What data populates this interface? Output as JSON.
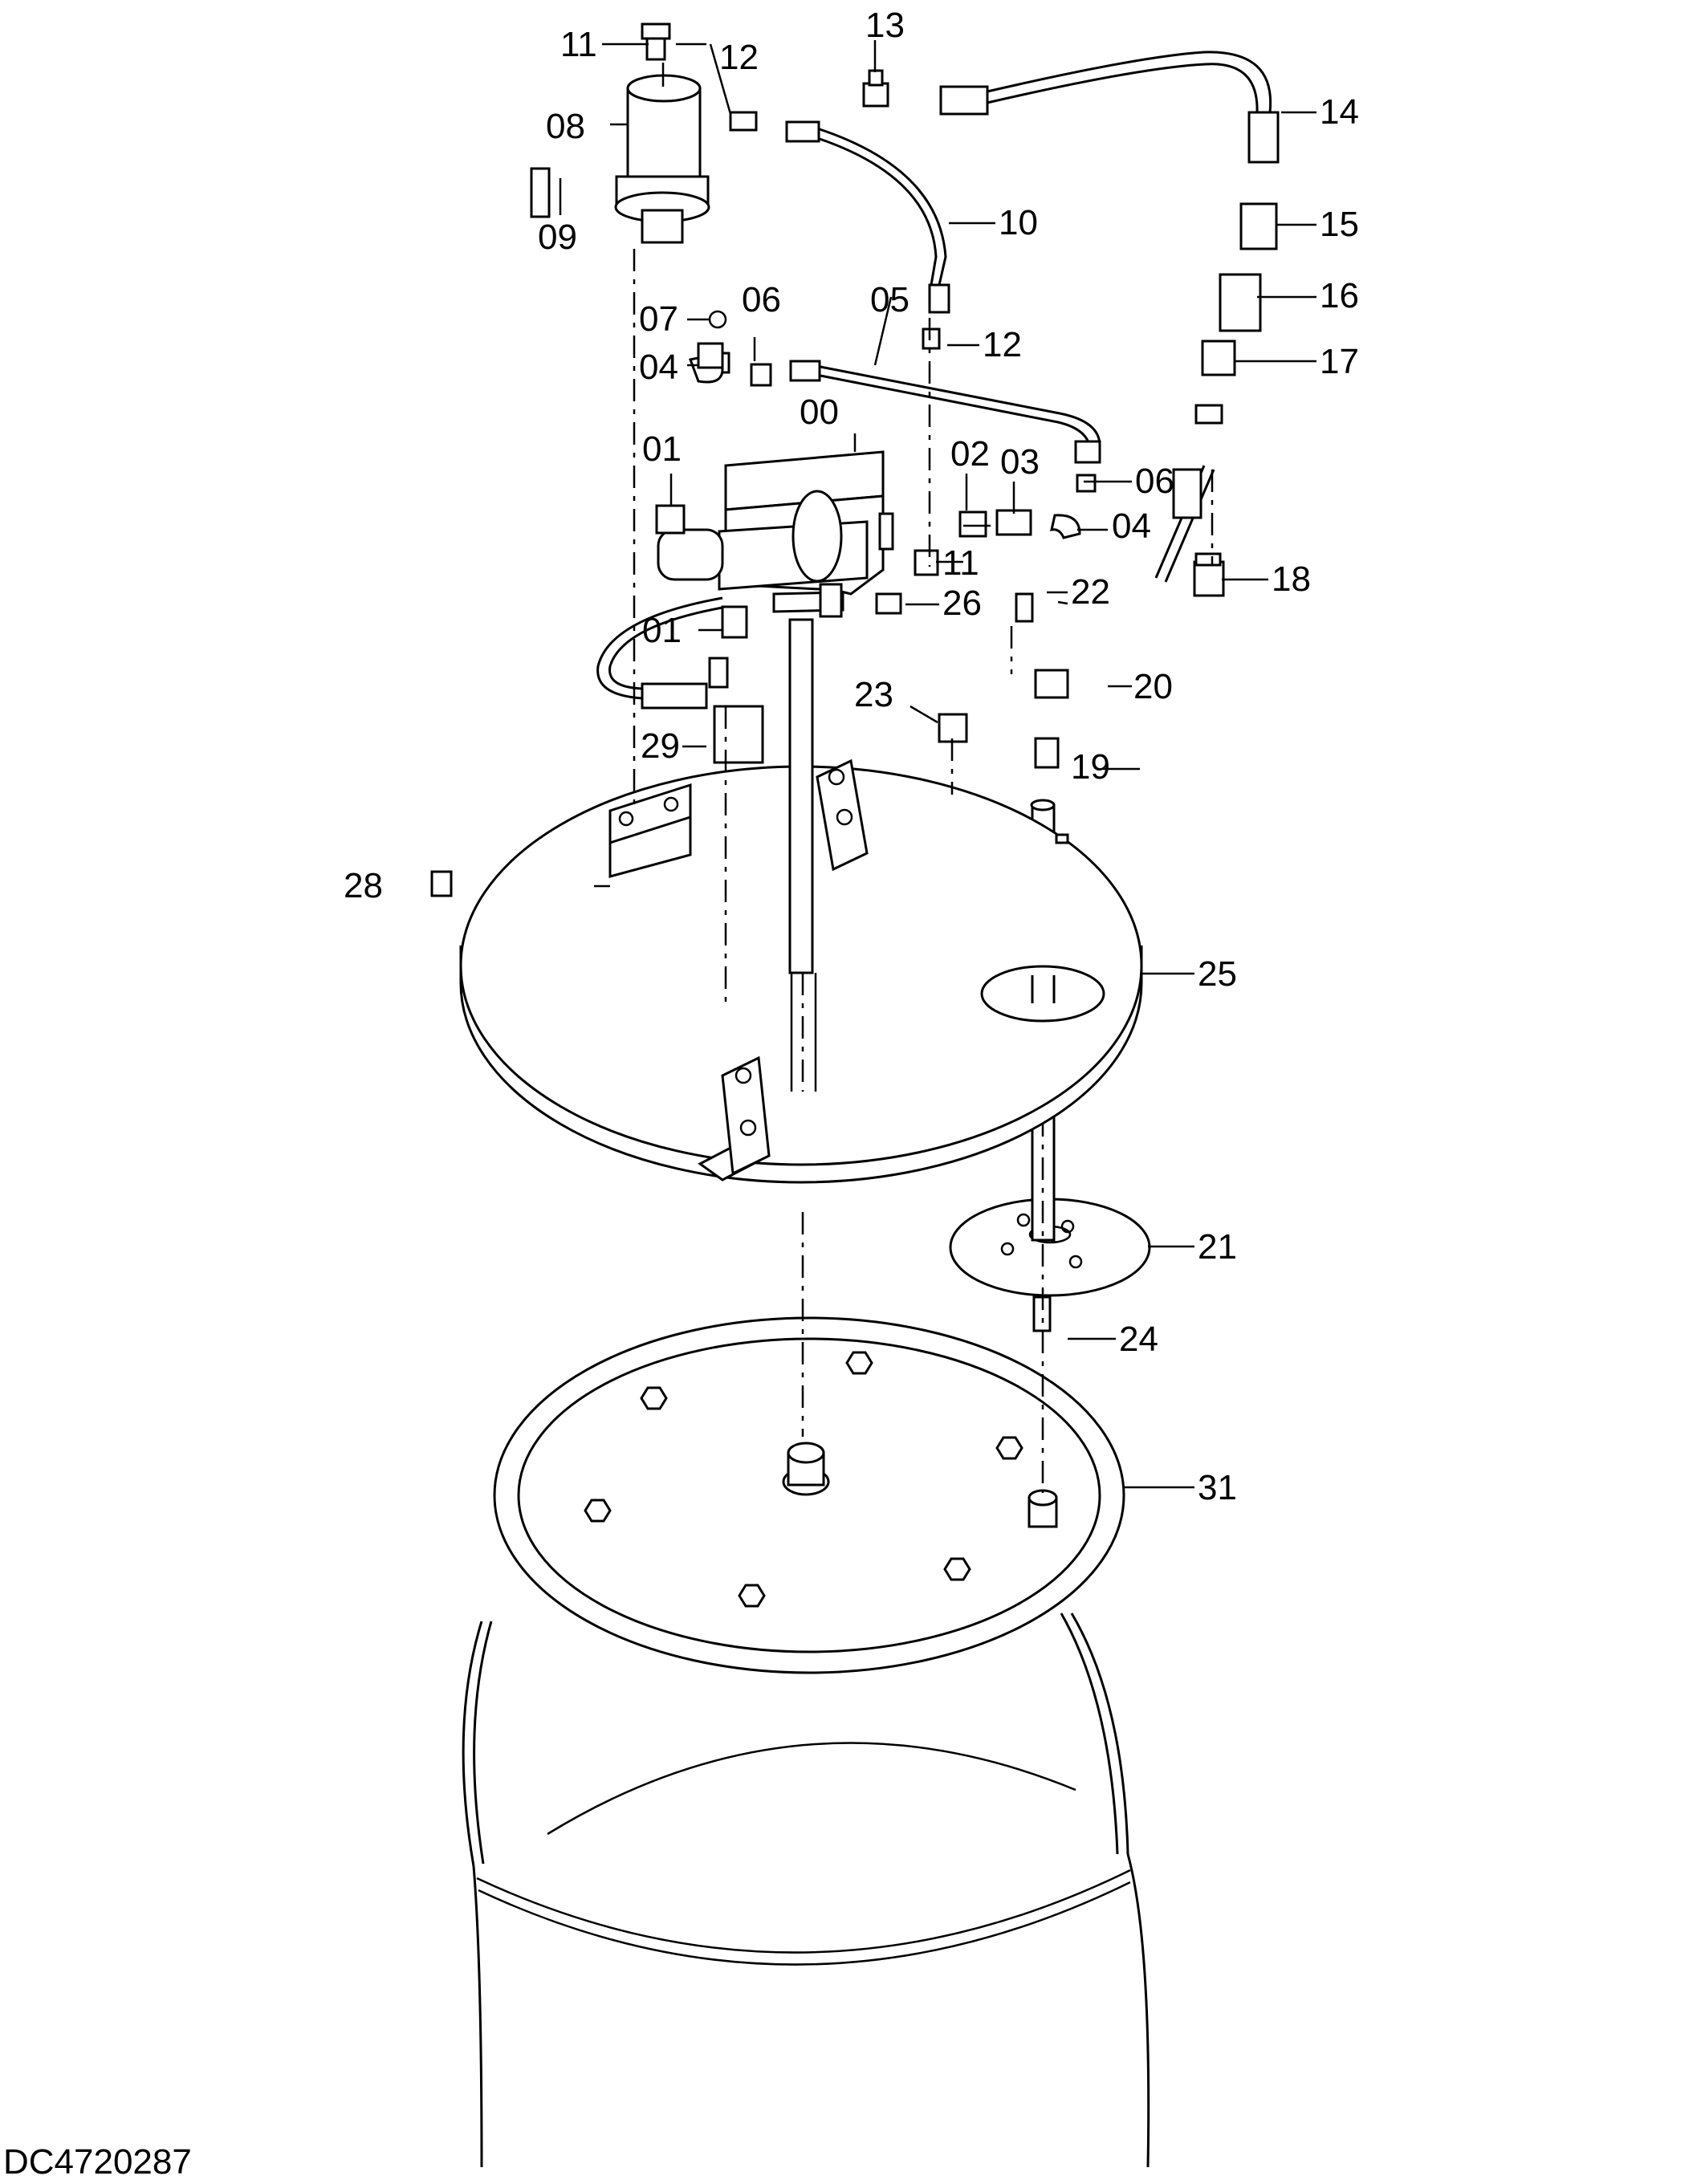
{
  "drawing": {
    "code": "DC4720287"
  },
  "callouts": [
    {
      "id": "00",
      "label": "00"
    },
    {
      "id": "01a",
      "label": "01"
    },
    {
      "id": "01b",
      "label": "01"
    },
    {
      "id": "02",
      "label": "02"
    },
    {
      "id": "03",
      "label": "03"
    },
    {
      "id": "04a",
      "label": "04"
    },
    {
      "id": "04b",
      "label": "04"
    },
    {
      "id": "05",
      "label": "05"
    },
    {
      "id": "06a",
      "label": "06"
    },
    {
      "id": "06b",
      "label": "06"
    },
    {
      "id": "07",
      "label": "07"
    },
    {
      "id": "08",
      "label": "08"
    },
    {
      "id": "09",
      "label": "09"
    },
    {
      "id": "10",
      "label": "10"
    },
    {
      "id": "11a",
      "label": "11"
    },
    {
      "id": "11b",
      "label": "11"
    },
    {
      "id": "12a",
      "label": "12"
    },
    {
      "id": "12b",
      "label": "12"
    },
    {
      "id": "13",
      "label": "13"
    },
    {
      "id": "14",
      "label": "14"
    },
    {
      "id": "15",
      "label": "15"
    },
    {
      "id": "16",
      "label": "16"
    },
    {
      "id": "17",
      "label": "17"
    },
    {
      "id": "18",
      "label": "18"
    },
    {
      "id": "19",
      "label": "19"
    },
    {
      "id": "20",
      "label": "20"
    },
    {
      "id": "21",
      "label": "21"
    },
    {
      "id": "22",
      "label": "22"
    },
    {
      "id": "23",
      "label": "23"
    },
    {
      "id": "24",
      "label": "24"
    },
    {
      "id": "25",
      "label": "25"
    },
    {
      "id": "26",
      "label": "26"
    },
    {
      "id": "28",
      "label": "28"
    },
    {
      "id": "29",
      "label": "29"
    },
    {
      "id": "31",
      "label": "31"
    }
  ]
}
